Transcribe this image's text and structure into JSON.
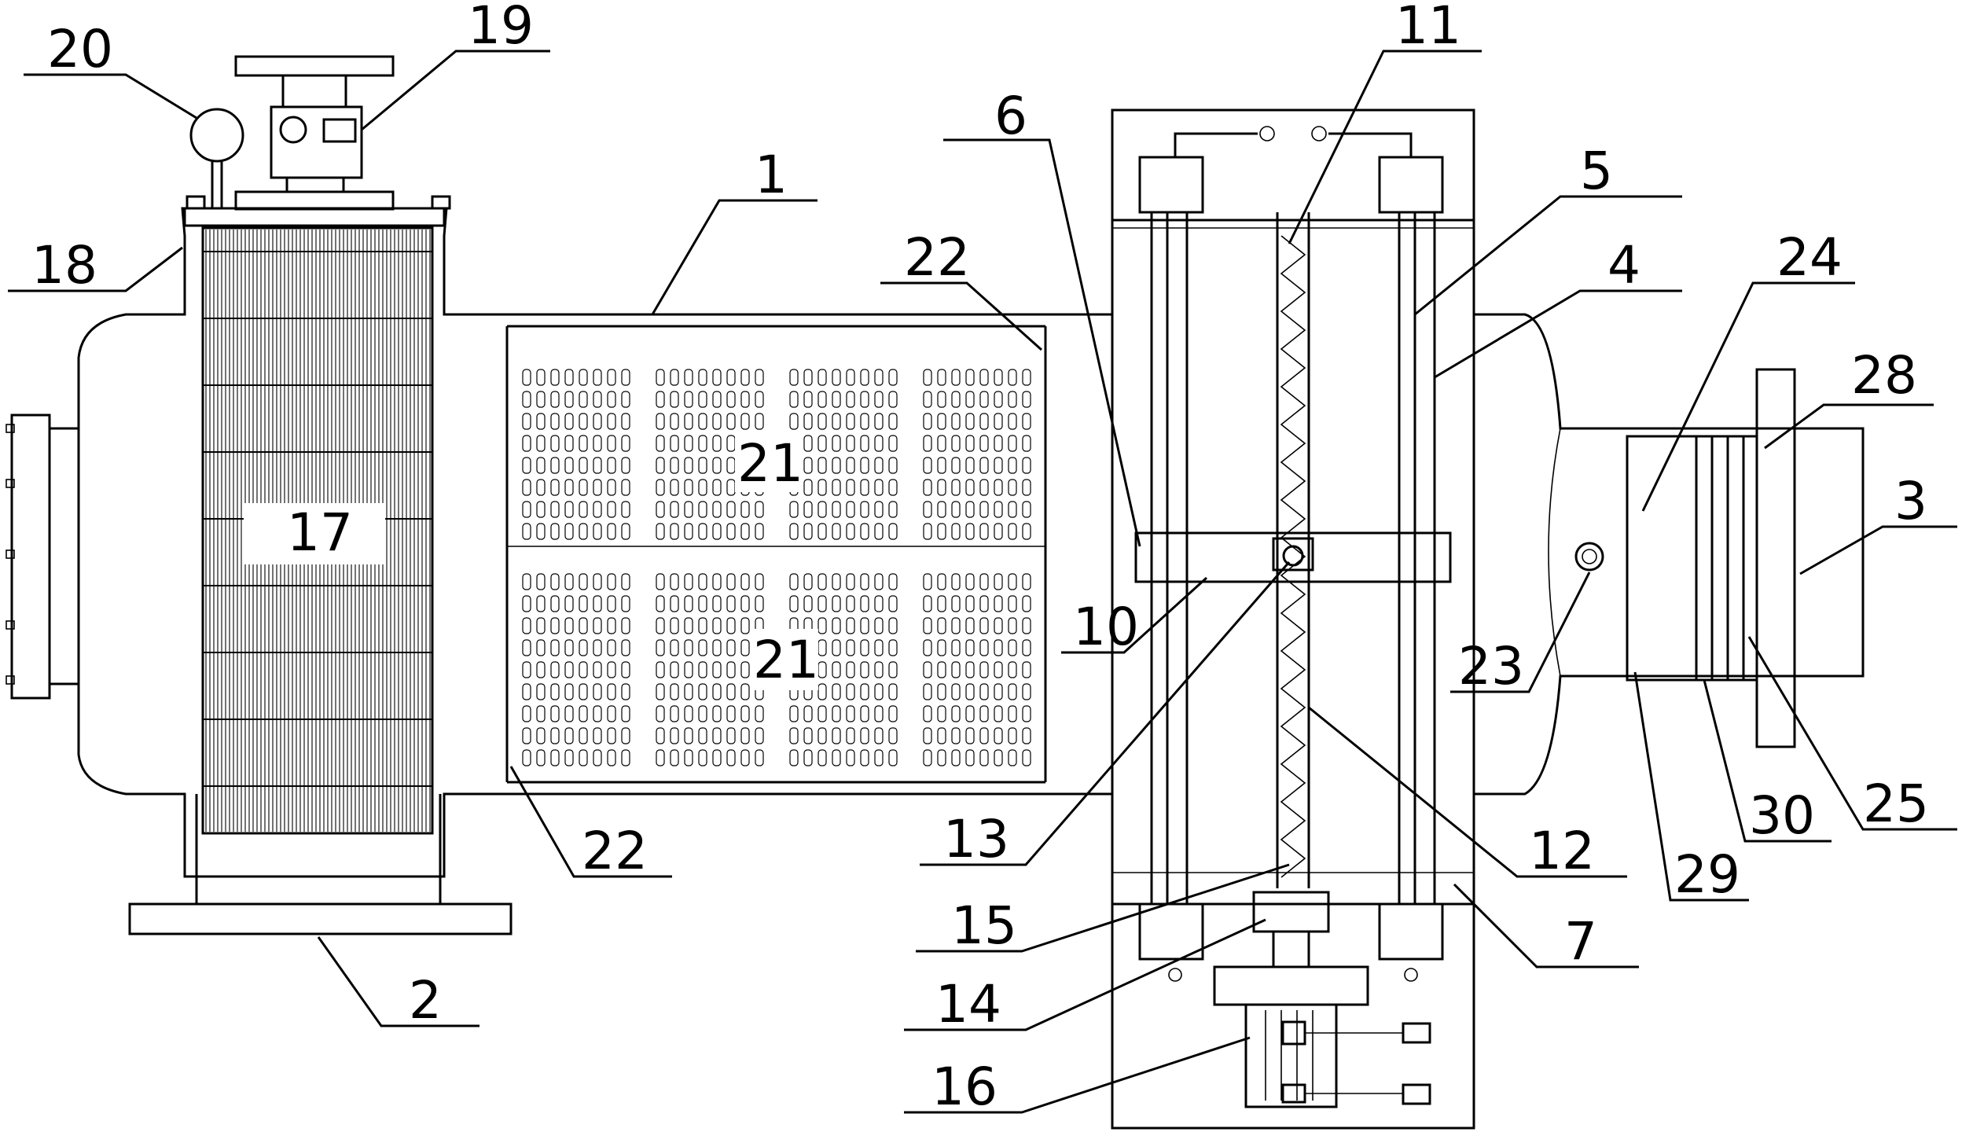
{
  "callouts": [
    {
      "id": "1",
      "text": "1"
    },
    {
      "id": "2",
      "text": "2"
    },
    {
      "id": "3",
      "text": "3"
    },
    {
      "id": "4",
      "text": "4"
    },
    {
      "id": "5",
      "text": "5"
    },
    {
      "id": "6",
      "text": "6"
    },
    {
      "id": "7",
      "text": "7"
    },
    {
      "id": "10",
      "text": "10"
    },
    {
      "id": "11",
      "text": "11"
    },
    {
      "id": "12",
      "text": "12"
    },
    {
      "id": "13",
      "text": "13"
    },
    {
      "id": "14",
      "text": "14"
    },
    {
      "id": "15",
      "text": "15"
    },
    {
      "id": "16",
      "text": "16"
    },
    {
      "id": "18",
      "text": "18"
    },
    {
      "id": "19",
      "text": "19"
    },
    {
      "id": "20",
      "text": "20"
    },
    {
      "id": "22a",
      "text": "22"
    },
    {
      "id": "22b",
      "text": "22"
    },
    {
      "id": "23",
      "text": "23"
    },
    {
      "id": "24",
      "text": "24"
    },
    {
      "id": "25",
      "text": "25"
    },
    {
      "id": "28",
      "text": "28"
    },
    {
      "id": "29",
      "text": "29"
    },
    {
      "id": "30",
      "text": "30"
    }
  ],
  "inline_labels": [
    {
      "id": "17",
      "text": "17"
    },
    {
      "id": "21a",
      "text": "21"
    },
    {
      "id": "21b",
      "text": "21"
    }
  ]
}
